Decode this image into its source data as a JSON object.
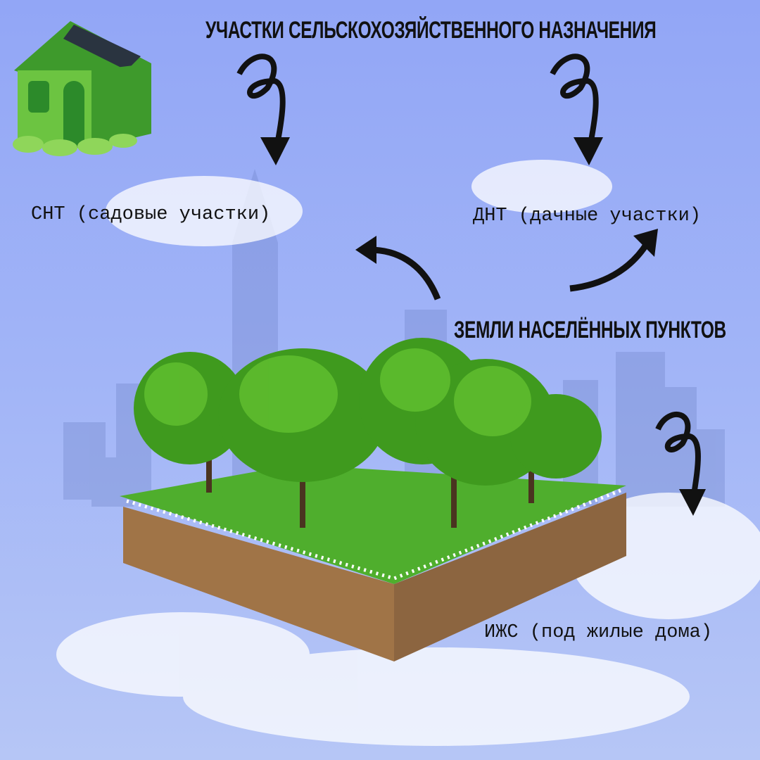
{
  "title": "УЧАСТКИ СЕЛЬСКОХОЗЯЙСТВЕННОГО НАЗНАЧЕНИЯ",
  "settlement_lands": "ЗЕМЛИ НАСЕЛЁННЫХ ПУНКТОВ",
  "labels": {
    "snt": "СНТ (садовые участки)",
    "dnt": "ДНТ (дачные участки)",
    "izhs": "ИЖС (под жилые дома)"
  },
  "colors": {
    "background": "#98acf6",
    "text": "#111111",
    "grass": "#4caf2a",
    "soil": "#a57a4f"
  }
}
